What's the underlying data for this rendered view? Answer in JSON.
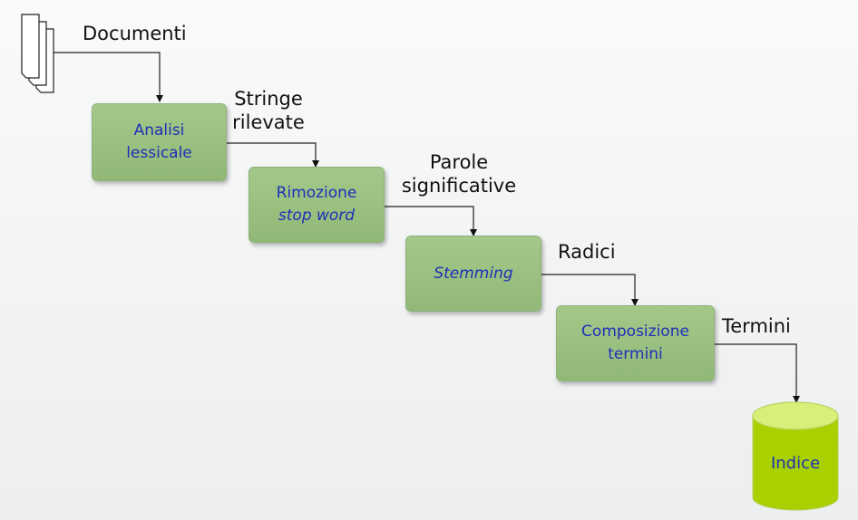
{
  "labels": {
    "documenti": "Documenti",
    "stringe_line1": "Stringe",
    "stringe_line2": "rilevate",
    "parole_line1": "Parole",
    "parole_line2": "significative",
    "radici": "Radici",
    "termini": "Termini"
  },
  "steps": {
    "analisi_line1": "Analisi",
    "analisi_line2": "lessicale",
    "rimozione_line1": "Rimozione",
    "rimozione_line2": "stop word",
    "stemming": "Stemming",
    "composizione_line1": "Composizione",
    "composizione_line2": "termini"
  },
  "database": {
    "label": "Indice"
  },
  "colors": {
    "box_fill": "#9cc183",
    "box_text": "#1d2fb8",
    "cylinder_fill": "#a9d000",
    "cylinder_top": "#d8f07a"
  },
  "icons": {
    "documents": "stacked-documents-icon",
    "database": "database-cylinder-icon"
  }
}
